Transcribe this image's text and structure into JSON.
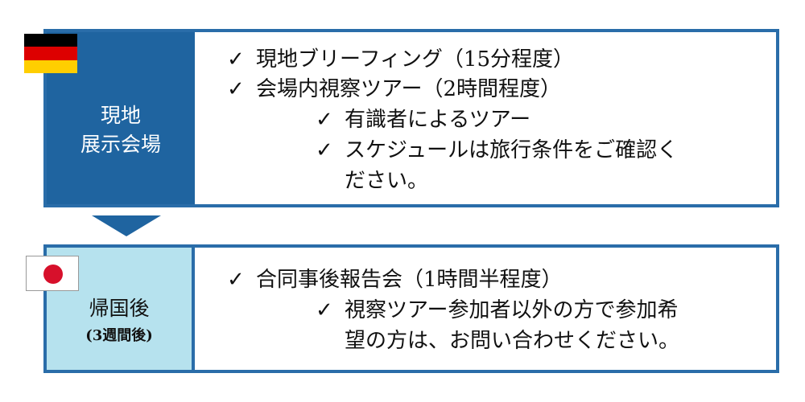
{
  "stage1": {
    "label_line1": "現地",
    "label_line2": "展示会場",
    "items": [
      {
        "check": "✓",
        "text": "現地ブリーフィング（15分程度）"
      },
      {
        "check": "✓",
        "text": "会場内視察ツアー（2時間程度）"
      },
      {
        "check": "✓",
        "text": "有識者によるツアー"
      },
      {
        "check": "✓",
        "text_line1": "スケジュールは旅行条件をご確認く",
        "text_line2": "ださい。"
      }
    ]
  },
  "stage2": {
    "label_line1": "帰国後",
    "label_line2": "(3週間後)",
    "items": [
      {
        "check": "✓",
        "text": "合同事後報告会（1時間半程度）"
      },
      {
        "check": "✓",
        "text_line1": "視察ツアー参加者以外の方で参加希",
        "text_line2": "望の方は、お問い合わせください。"
      }
    ]
  },
  "colors": {
    "dark_blue": "#1f64a0",
    "border_blue": "#2a6da9",
    "light_blue": "#b6e2ee",
    "flag_red": "#d7102b"
  }
}
